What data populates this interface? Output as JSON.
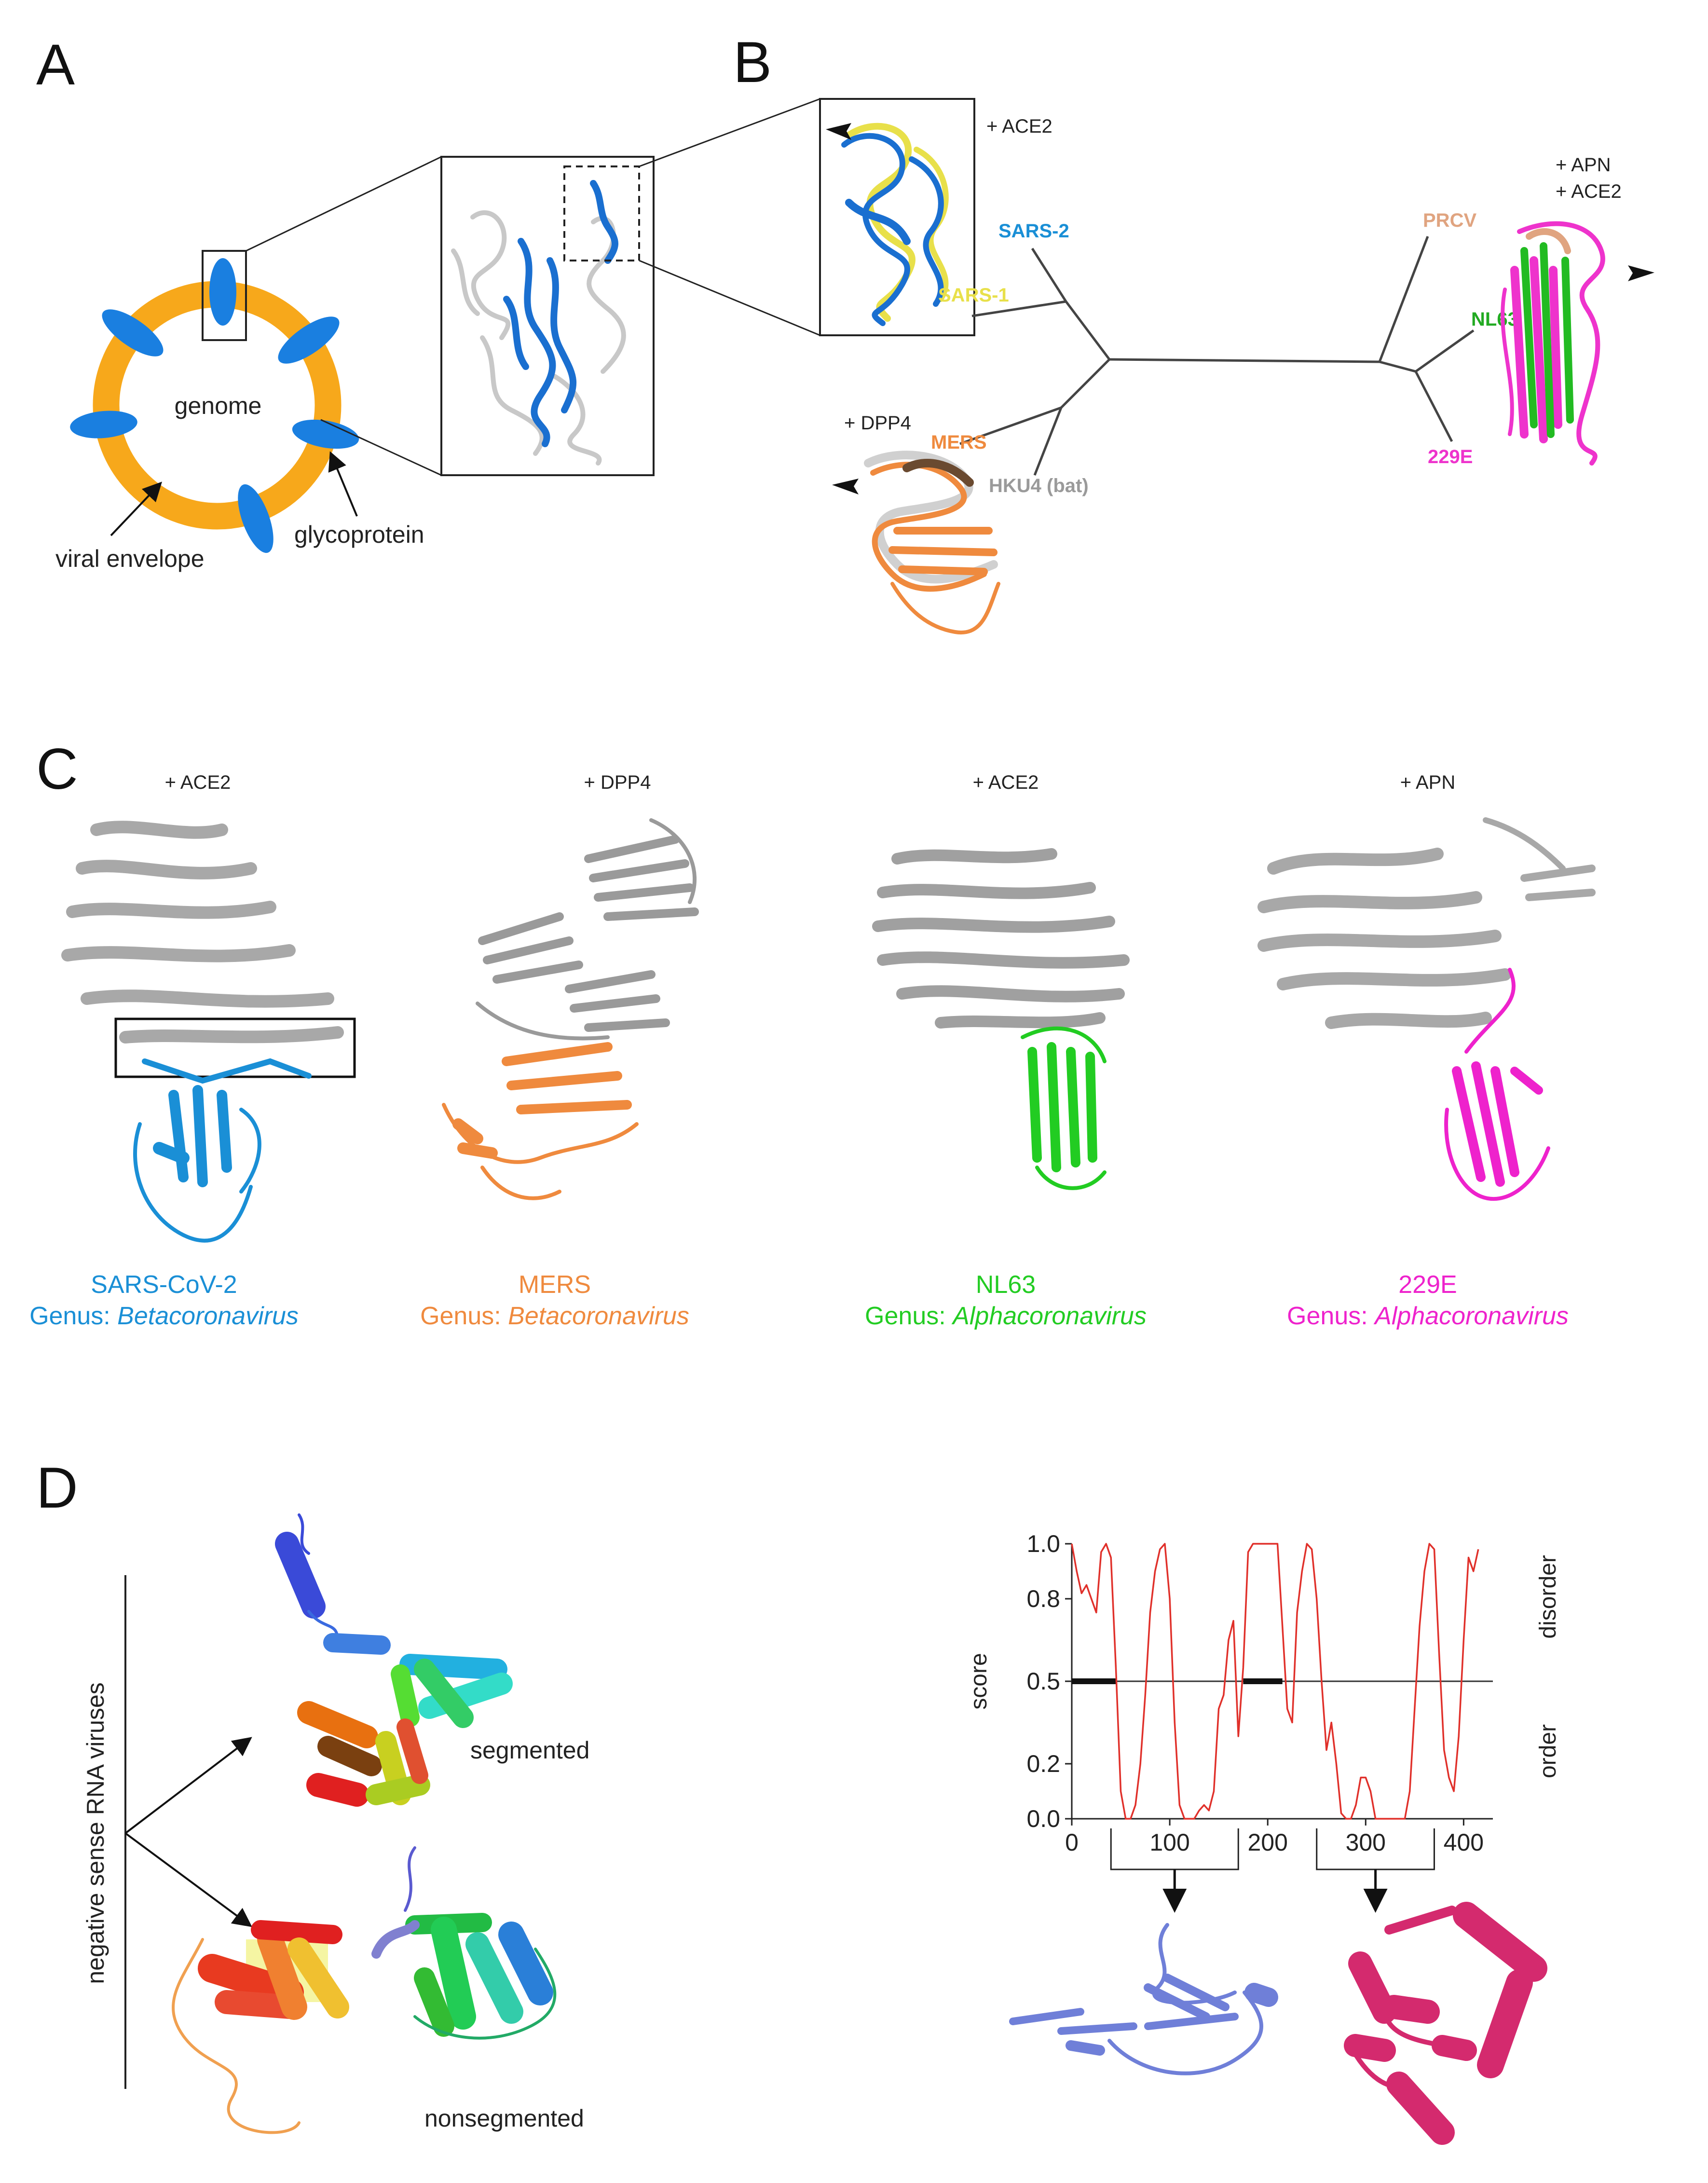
{
  "panels": {
    "A": {
      "label": "A",
      "genome": "genome",
      "envelope": "viral envelope",
      "glycoprotein": "glycoprotein"
    },
    "B": {
      "label": "B",
      "receptors": {
        "ace2_top": "+ ACE2",
        "apn": "+ APN",
        "ace2_right": "+ ACE2",
        "dpp4": "+ DPP4"
      },
      "tree": {
        "sars2": "SARS-2",
        "sars1": "SARS-1",
        "mers": "MERS",
        "hku4": "HKU4 (bat)",
        "prcv": "PRCV",
        "nl63": "NL63",
        "e229": "229E"
      }
    },
    "C": {
      "label": "C",
      "structures": [
        {
          "receptor": "+ ACE2",
          "virus": "SARS-CoV-2",
          "genus_prefix": "Genus: ",
          "genus": "Betacoronavirus",
          "color": "#1a8fd6"
        },
        {
          "receptor": "+ DPP4",
          "virus": "MERS",
          "genus_prefix": "Genus: ",
          "genus": "Betacoronavirus",
          "color": "#ef8a3e"
        },
        {
          "receptor": "+ ACE2",
          "virus": "NL63",
          "genus_prefix": "Genus: ",
          "genus": "Alphacoronavirus",
          "color": "#22cc22"
        },
        {
          "receptor": "+ APN",
          "virus": "229E",
          "genus_prefix": "Genus: ",
          "genus": "Alphacoronavirus",
          "color": "#ee22cc"
        }
      ]
    },
    "D": {
      "label": "D",
      "vertical": "negative sense RNA viruses",
      "segmented": "segmented",
      "nonsegmented": "nonsegmented",
      "ylabel": "score",
      "disorder": "disorder",
      "order": "order"
    }
  },
  "colors": {
    "sars2": "#1a8fd6",
    "sars1": "#e8e04a",
    "mers": "#ef8a3e",
    "hku4": "#9a9a9a",
    "prcv": "#e0a480",
    "nl63": "#22aa22",
    "e229": "#ee33cc",
    "envelope": "#f7a81b",
    "spike": "#1a7fe0",
    "disorder_line": "#e0302a",
    "blue_domain": "#6f7fd8",
    "red_domain": "#d42a6e"
  },
  "chart_data": {
    "type": "line",
    "title": "",
    "xlabel": "",
    "ylabel": "score",
    "xlim": [
      0,
      420
    ],
    "ylim": [
      0,
      1.0
    ],
    "xticks": [
      0,
      100,
      200,
      300,
      400
    ],
    "yticks": [
      0.0,
      0.2,
      0.5,
      0.8,
      1.0
    ],
    "ytick_labels": [
      "0.0",
      "0.2",
      "0.5",
      "0.8",
      "1.0"
    ],
    "threshold": 0.5,
    "ordered_regions": [
      [
        40,
        170
      ],
      [
        250,
        370
      ]
    ],
    "bold_segments": [
      [
        0,
        45
      ],
      [
        175,
        215
      ]
    ],
    "series": [
      {
        "x": [
          0,
          5,
          10,
          15,
          20,
          25,
          30,
          35,
          40,
          45,
          50,
          55,
          60,
          65,
          70,
          75,
          80,
          85,
          90,
          95,
          100,
          105,
          110,
          115,
          120,
          125,
          130,
          135,
          140,
          145,
          150,
          155,
          160,
          165,
          170,
          175,
          180,
          185,
          190,
          195,
          200,
          205,
          210,
          215,
          220,
          225,
          230,
          235,
          240,
          245,
          250,
          255,
          260,
          265,
          270,
          275,
          280,
          285,
          290,
          295,
          300,
          305,
          310,
          315,
          320,
          325,
          330,
          335,
          340,
          345,
          350,
          355,
          360,
          365,
          370,
          375,
          380,
          385,
          390,
          395,
          400,
          405,
          410,
          415
        ],
        "values": [
          1.0,
          0.9,
          0.82,
          0.85,
          0.8,
          0.75,
          0.97,
          1.0,
          0.95,
          0.55,
          0.1,
          0.0,
          0.0,
          0.05,
          0.2,
          0.45,
          0.75,
          0.9,
          0.98,
          1.0,
          0.8,
          0.35,
          0.05,
          0.0,
          0.0,
          0.0,
          0.03,
          0.05,
          0.03,
          0.1,
          0.4,
          0.45,
          0.65,
          0.72,
          0.3,
          0.55,
          0.97,
          1.0,
          1.0,
          1.0,
          1.0,
          1.0,
          1.0,
          0.7,
          0.4,
          0.35,
          0.75,
          0.9,
          1.0,
          0.98,
          0.8,
          0.5,
          0.25,
          0.35,
          0.2,
          0.02,
          0.0,
          0.0,
          0.05,
          0.15,
          0.15,
          0.1,
          0.0,
          0.0,
          0.0,
          0.0,
          0.0,
          0.0,
          0.0,
          0.1,
          0.4,
          0.7,
          0.9,
          1.0,
          0.98,
          0.6,
          0.25,
          0.15,
          0.1,
          0.3,
          0.65,
          0.95,
          0.9,
          0.98
        ]
      }
    ]
  }
}
